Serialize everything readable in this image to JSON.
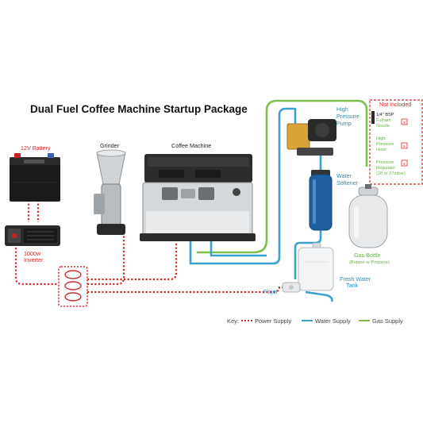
{
  "title": "Dual Fuel Coffee Machine Startup Package",
  "labels": {
    "battery": "12V Battery",
    "grinder": "Grinder",
    "coffee_machine": "Coffee Machine",
    "inverter_line1": "1000w",
    "inverter_line2": "Inverter",
    "pump_line1": "High",
    "pump_line2": "Pressure",
    "pump_line3": "Pump",
    "softener_line1": "Water",
    "softener_line2": "Softener",
    "gas_line1": "Gas Bottle",
    "gas_line2": "(Butane or Propane)",
    "tank_line1": "Fresh Water",
    "tank_line2": "Tank",
    "flojet": "Flojet"
  },
  "not_included": {
    "heading": "Not Included",
    "item1_line1": "1/4\" BSP",
    "item1_line2": "Fulham",
    "item1_line3": "Nozzle",
    "item2_line1": "High",
    "item2_line2": "Pressure",
    "item2_line3": "Hose",
    "item3_line1": "Pressure",
    "item3_line2": "Regulator",
    "item3_line3": "(28 or 37mbar)",
    "x_mark": "x"
  },
  "key": {
    "label": "Key:",
    "power": "Power Supply",
    "water": "Water Supply",
    "gas": "Gas Supply"
  },
  "colors": {
    "power": "#d42a2a",
    "water": "#3aa0d0",
    "gas": "#7cc04a"
  }
}
